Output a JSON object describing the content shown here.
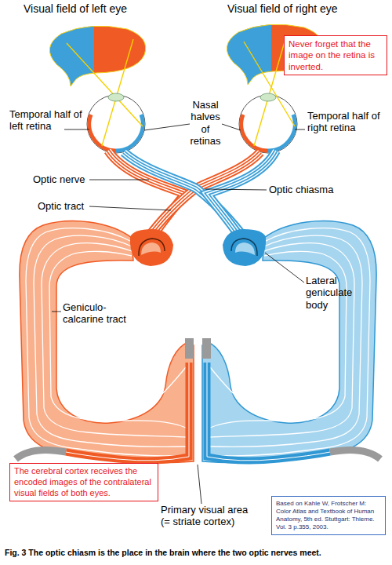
{
  "diagram": {
    "caption": "Fig. 3 The optic chiasm is the place in the brain where the two optic nerves meet.",
    "nodes": [
      {
        "text": [
          "Never forget that the image on the retina is inverted."
        ]
      },
      {
        "text": [
          "The cerebral cortex receives the encoded images of the contralateral visual fields of both eyes."
        ]
      },
      {
        "text": [
          "Based on Kahle W, Frotscher M: Color Atlas and Textbook of Human Anatomy, 5th ed. Stuttgart: Thieme. Vol. 3 p.355, 2003."
        ]
      }
    ],
    "labels": [
      "Visual field of left eye",
      "Visual field of right eye",
      "Temporal half of left retina",
      "Nasal halves of retinas",
      "Temporal half of right retina",
      "Optic nerve",
      "Optic chiasma",
      "Optic tract",
      "Geniculo-calcarine tract",
      "Lateral geniculate body",
      "Primary visual area (= striate cortex)"
    ]
  }
}
